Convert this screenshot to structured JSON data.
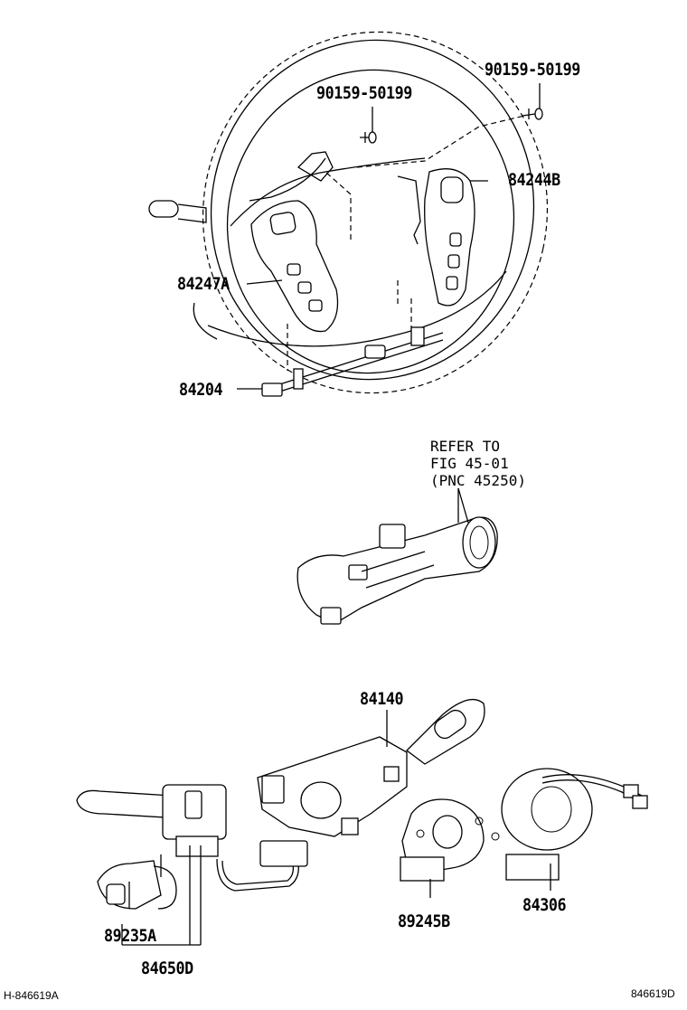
{
  "figure": {
    "labels": {
      "bolt_left": "90159-50199",
      "bolt_right": "90159-50199",
      "switch_right": "84244B",
      "switch_left": "84247A",
      "wire_harness": "84204",
      "refer_note": [
        "REFER TO",
        "FIG 45-01",
        "(PNC 45250)"
      ],
      "combination_switch": "84140",
      "clock_spring": "84306",
      "steering_sensor": "89245B",
      "sensor_lower": "89235A",
      "wiper_switch": "84650D"
    },
    "footer": {
      "left_code": "H-846619A",
      "right_code": "846619D"
    }
  }
}
